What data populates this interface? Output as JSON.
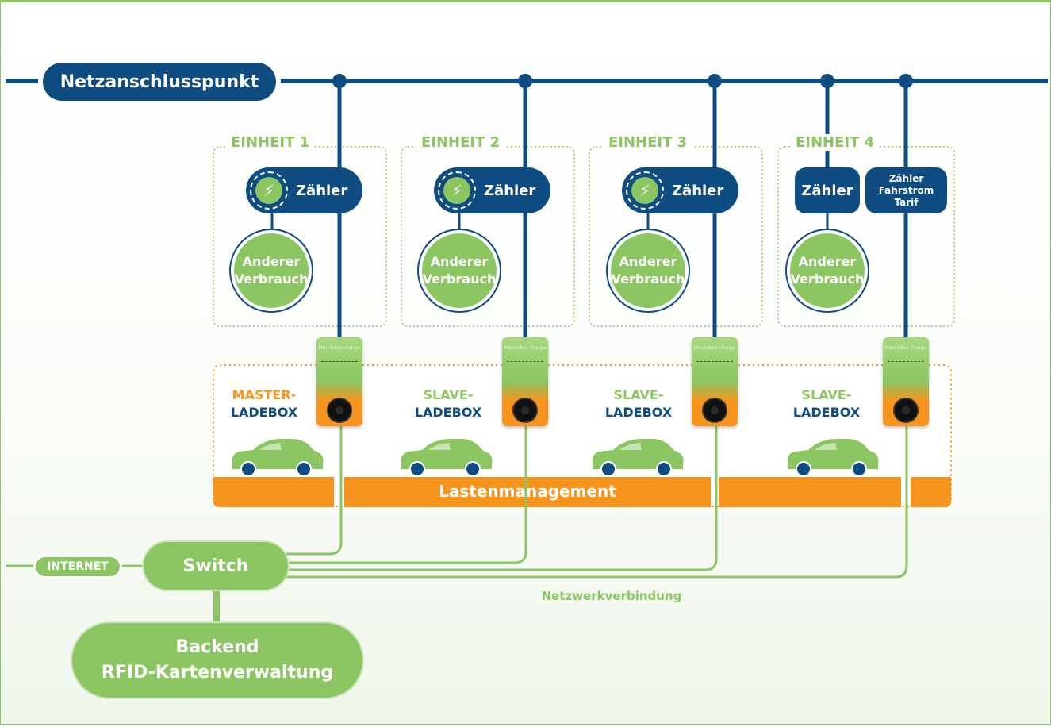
{
  "grid": {
    "label": "Netzanschlusspunkt"
  },
  "units": [
    {
      "title": "EINHEIT 1",
      "meter": "Zähler",
      "consumer_l1": "Anderer",
      "consumer_l2": "Verbrauch"
    },
    {
      "title": "EINHEIT 2",
      "meter": "Zähler",
      "consumer_l1": "Anderer",
      "consumer_l2": "Verbrauch"
    },
    {
      "title": "EINHEIT 3",
      "meter": "Zähler",
      "consumer_l1": "Anderer",
      "consumer_l2": "Verbrauch"
    },
    {
      "title": "EINHEIT 4",
      "meter": "Zähler",
      "consumer_l1": "Anderer",
      "consumer_l2": "Verbrauch",
      "ev_meter_l1": "Zähler",
      "ev_meter_l2": "Fahrstrom",
      "ev_meter_l3": "Tarif"
    }
  ],
  "chargers": [
    {
      "role": "MASTER-",
      "type": "LADEBOX",
      "role_color": "#f7941d"
    },
    {
      "role": "SLAVE-",
      "type": "LADEBOX",
      "role_color": "#8cc662"
    },
    {
      "role": "SLAVE-",
      "type": "LADEBOX",
      "role_color": "#8cc662"
    },
    {
      "role": "SLAVE-",
      "type": "LADEBOX",
      "role_color": "#8cc662"
    }
  ],
  "charger_brand": "Mennekes charge",
  "load_management": "Lastenmanagement",
  "network": {
    "internet": "INTERNET",
    "switch": "Switch",
    "connection_label": "Netzwerkverbindung",
    "backend_l1": "Backend",
    "backend_l2": "RFID-Kartenverwaltung"
  },
  "colors": {
    "navy": "#0f4c81",
    "green": "#8cc662",
    "orange": "#f7941d"
  }
}
